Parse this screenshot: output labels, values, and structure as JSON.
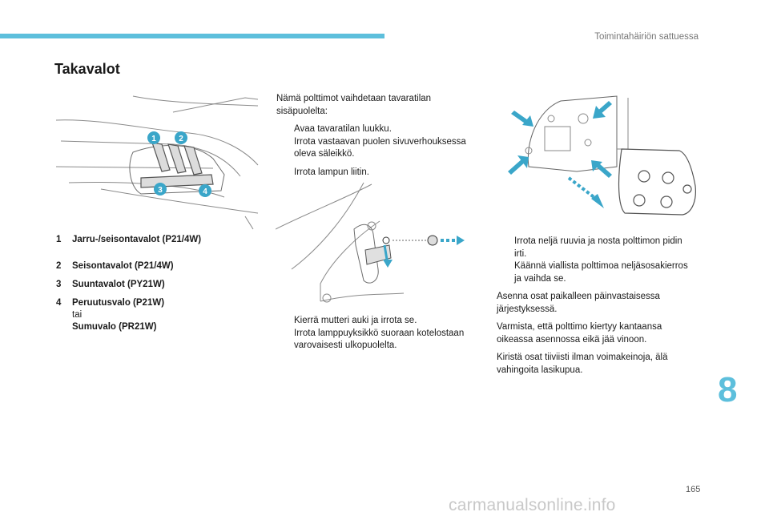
{
  "header": {
    "section": "Toimintahäiriön sattuessa"
  },
  "title": "Takavalot",
  "callouts": [
    "1",
    "2",
    "3",
    "4"
  ],
  "legend": [
    {
      "num": "1",
      "text": "Jarru-/seisontavalot (P21/4W)"
    },
    {
      "num": "2",
      "text": "Seisontavalot (P21/4W)"
    },
    {
      "num": "3",
      "text": "Suuntavalot (PY21W)"
    },
    {
      "num": "4",
      "text": "Peruutusvalo (P21W)",
      "or": "tai",
      "alt": "Sumuvalo (PR21W)"
    }
  ],
  "col2_top": {
    "intro": "Nämä polttimot vaihdetaan tavaratilan sisäpuolelta:",
    "bullets": [
      "Avaa tavaratilan luukku.",
      "Irrota vastaavan puolen sivuverhouksessa oleva säleikkö.",
      "Irrota lampun liitin."
    ]
  },
  "col2_bottom": {
    "bullets": [
      "Kierrä mutteri auki ja irrota se.",
      "Irrota lamppuyksikkö suoraan kotelostaan varovaisesti ulkopuolelta."
    ]
  },
  "col3": {
    "bullets": [
      "Irrota neljä ruuvia ja nosta polttimon pidin irti.",
      "Käännä viallista polttimoa neljäsosakierros ja vaihda se."
    ],
    "paragraphs": [
      "Asenna osat paikalleen päinvastaisessa järjestyksessä.",
      "Varmista, että polttimo kiertyy kantaansa oikeassa asennossa eikä jää vinoon.",
      "Kiristä osat tiiviisti ilman voimakeinoja, älä vahingoita lasikupua."
    ]
  },
  "bullet_glyph": "",
  "chapter": "8",
  "page_number": "165",
  "watermark": "carmanualsonline.info",
  "colors": {
    "accent": "#5dbfdc",
    "arrow": "#3aa6c9"
  }
}
